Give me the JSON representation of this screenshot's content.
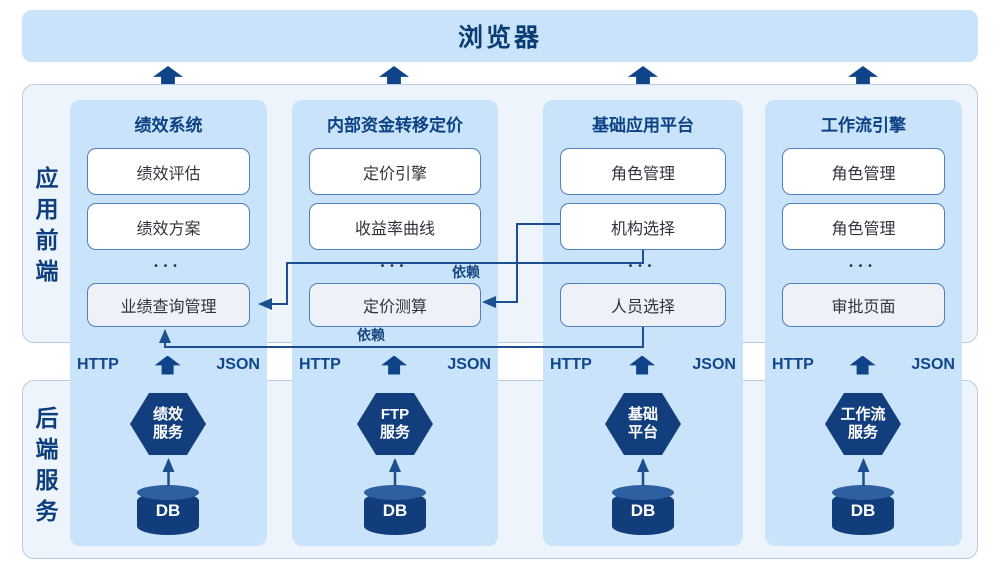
{
  "browser": {
    "label": "浏览器"
  },
  "sections": {
    "frontend": {
      "label": "应用前端"
    },
    "backend": {
      "label": "后端服务"
    }
  },
  "dependency": {
    "label1": "依赖",
    "label2": "依赖"
  },
  "columns": [
    {
      "title": "绩效系统",
      "modules": [
        "绩效评估",
        "绩效方案"
      ],
      "ellipsis": "•••",
      "feature": "业绩查询管理",
      "http": "HTTP",
      "json": "JSON",
      "service": {
        "line1": "绩效",
        "line2": "服务"
      },
      "db": "DB"
    },
    {
      "title": "内部资金转移定价",
      "modules": [
        "定价引擎",
        "收益率曲线"
      ],
      "ellipsis": "•••",
      "feature": "定价测算",
      "http": "HTTP",
      "json": "JSON",
      "service": {
        "line1": "FTP",
        "line2": "服务"
      },
      "db": "DB"
    },
    {
      "title": "基础应用平台",
      "modules": [
        "角色管理",
        "机构选择"
      ],
      "ellipsis": "•••",
      "feature": "人员选择",
      "http": "HTTP",
      "json": "JSON",
      "service": {
        "line1": "基础",
        "line2": "平台"
      },
      "db": "DB"
    },
    {
      "title": "工作流引擎",
      "modules": [
        "角色管理",
        "角色管理"
      ],
      "ellipsis": "•••",
      "feature": "审批页面",
      "http": "HTTP",
      "json": "JSON",
      "service": {
        "line1": "工作流",
        "line2": "服务"
      },
      "db": "DB"
    }
  ],
  "colors": {
    "light_blue": "#c9e4fa",
    "panel_bg": "#eef4fb",
    "panel_border": "#b7cce1",
    "navy_text": "#0d3f7e",
    "line": "#1d4e8f",
    "shape_fill": "#123e7d",
    "box_border": "#507fc0",
    "feature_box_bg": "#eef1f7"
  }
}
